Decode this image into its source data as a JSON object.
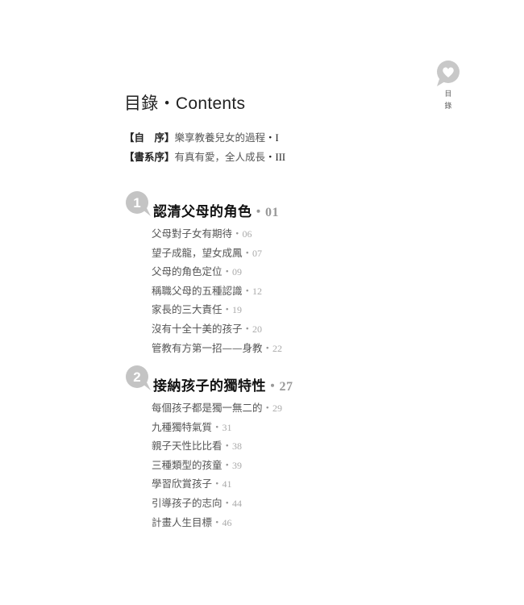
{
  "side_tab": {
    "icon": "heart-speech-bubble-icon",
    "label_line1": "目",
    "label_line2": "錄",
    "color": "#c8c8c8"
  },
  "title": "目錄・Contents",
  "prefaces": [
    {
      "tag": "【自　序】",
      "text": "樂享教養兒女的過程",
      "sep": "・",
      "page": "I"
    },
    {
      "tag": "【書系序】",
      "text": "有真有愛，全人成長",
      "sep": "・",
      "page": "III"
    }
  ],
  "chapters": [
    {
      "number": "1",
      "title": "認清父母的角色",
      "sep": "・",
      "page": "01",
      "items": [
        {
          "text": "父母對子女有期待",
          "sep": "・",
          "page": "06"
        },
        {
          "text": "望子成龍，望女成鳳",
          "sep": "・",
          "page": "07"
        },
        {
          "text": "父母的角色定位",
          "sep": "・",
          "page": "09"
        },
        {
          "text": "稱職父母的五種認識",
          "sep": "・",
          "page": "12"
        },
        {
          "text": "家長的三大責任",
          "sep": "・",
          "page": "19"
        },
        {
          "text": "沒有十全十美的孩子",
          "sep": "・",
          "page": "20"
        },
        {
          "text": "管教有方第一招——身教",
          "sep": "・",
          "page": "22"
        }
      ]
    },
    {
      "number": "2",
      "title": "接納孩子的獨特性",
      "sep": "・",
      "page": "27",
      "items": [
        {
          "text": "每個孩子都是獨一無二的",
          "sep": "・",
          "page": "29"
        },
        {
          "text": "九種獨特氣質",
          "sep": "・",
          "page": "31"
        },
        {
          "text": "親子天性比比看",
          "sep": "・",
          "page": "38"
        },
        {
          "text": "三種類型的孩童",
          "sep": "・",
          "page": "39"
        },
        {
          "text": "學習欣賞孩子",
          "sep": "・",
          "page": "41"
        },
        {
          "text": "引導孩子的志向",
          "sep": "・",
          "page": "44"
        },
        {
          "text": "計畫人生目標",
          "sep": "・",
          "page": "46"
        }
      ]
    }
  ]
}
